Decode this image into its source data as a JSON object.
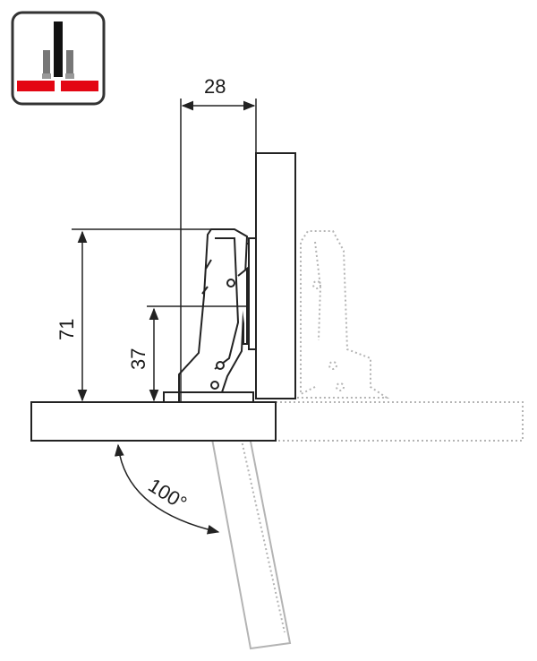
{
  "badge": {
    "icon": "overlay-hinge-mounting-icon",
    "colors": {
      "frame": "#333333",
      "accent": "#e30613",
      "part": "#777777"
    }
  },
  "dimensions": {
    "width_label": "28",
    "height_total_label": "71",
    "height_partial_label": "37",
    "angle_label": "100°"
  },
  "colors": {
    "line": "#222222",
    "ghost": "#b4b4b4",
    "background": "#ffffff"
  }
}
